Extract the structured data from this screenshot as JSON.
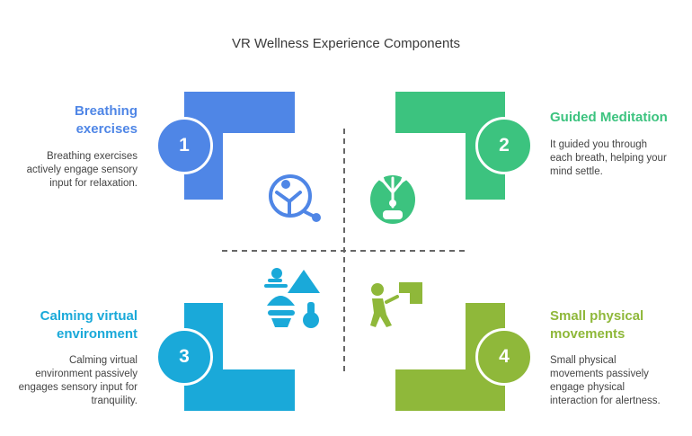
{
  "title": "VR Wellness Experience Components",
  "colors": {
    "blue": "#4f86e6",
    "green": "#3cc37f",
    "cyan": "#1aa9d9",
    "olive": "#8fb83a",
    "divider": "#666666"
  },
  "components": [
    {
      "number": "1",
      "heading": "Breathing exercises",
      "heading_lines": [
        "Breathing",
        "exercises"
      ],
      "description_lines": [
        "Breathing exercises",
        "actively engage sensory",
        "input for relaxation."
      ],
      "icon": "breathing-person-icon"
    },
    {
      "number": "2",
      "heading": "Guided Meditation",
      "heading_lines": [
        "Guided Meditation"
      ],
      "description_lines": [
        "It guided you through",
        "each breath, helping your",
        "mind settle."
      ],
      "icon": "meditation-figure-icon"
    },
    {
      "number": "3",
      "heading": "Calming virtual environment",
      "heading_lines": [
        "Calming virtual",
        "environment"
      ],
      "description_lines": [
        "Calming virtual",
        "environment passively",
        "engages sensory input for",
        "tranquility."
      ],
      "icon": "landscape-icon"
    },
    {
      "number": "4",
      "heading": "Small physical movements",
      "heading_lines": [
        "Small physical",
        "movements"
      ],
      "description_lines": [
        "Small physical",
        "movements passively",
        "engage physical",
        "interaction for alertness."
      ],
      "icon": "moving-person-icon"
    }
  ]
}
